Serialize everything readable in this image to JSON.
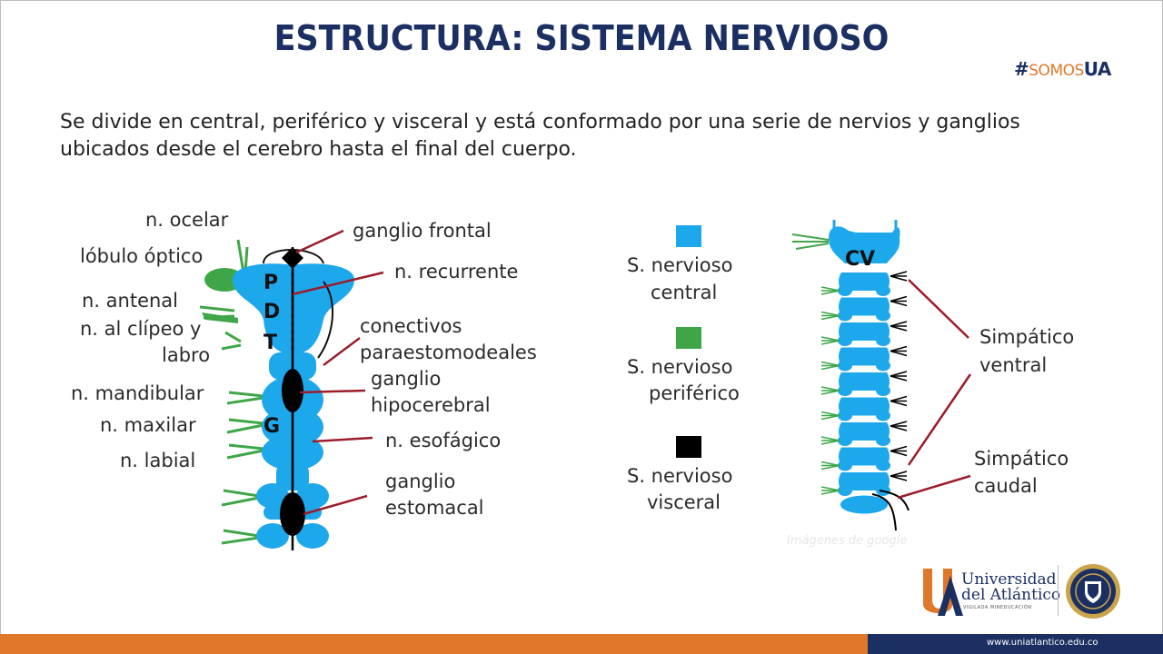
{
  "title": "ESTRUCTURA: SISTEMA NERVIOSO",
  "brand": {
    "hash": "#",
    "somos": "SOMOS",
    "ua": "UA"
  },
  "intro": {
    "line1": "Se divide en central, periférico y visceral y está conformado por una serie de nervios y ganglios",
    "line2": "ubicados desde el cerebro hasta el final del cuerpo."
  },
  "left_diagram": {
    "left_labels": [
      "n. ocelar",
      "lóbulo óptico",
      "n. antenal",
      "n. al clípeo y",
      "labro",
      "n. mandibular",
      "n. maxilar",
      "n. labial"
    ],
    "right_labels": [
      "ganglio frontal",
      "n. recurrente",
      "conectivos",
      "paraestomodeales",
      "ganglio",
      "hipocerebral",
      "n. esofágico",
      "ganglio",
      "estomacal"
    ],
    "body_letters": [
      "P",
      "D",
      "T",
      "G"
    ]
  },
  "legend": [
    {
      "label_1": "S. nervioso",
      "label_2": "central",
      "color": "#1ea8ec"
    },
    {
      "label_1": "S. nervioso",
      "label_2": "periférico",
      "color": "#3fa648"
    },
    {
      "label_1": "S. nervioso",
      "label_2": "visceral",
      "color": "#000000"
    }
  ],
  "right_diagram": {
    "cord_label": "CV",
    "labels": [
      {
        "line1": "Simpático",
        "line2": "ventral"
      },
      {
        "line1": "Simpático",
        "line2": "caudal"
      }
    ],
    "watermark": "Imágenes de google"
  },
  "university": {
    "name_line1": "Universidad",
    "name_line2": "del Atlántico",
    "tagline": "VIGILADA MINEDUCACIÓN",
    "url": "www.uniatlantico.edu.co"
  },
  "colors": {
    "navy": "#1b2f63",
    "orange": "#e0782b",
    "cns_blue": "#1ea8ec",
    "pns_green": "#3fa648",
    "line_red": "#9b1c2a"
  }
}
